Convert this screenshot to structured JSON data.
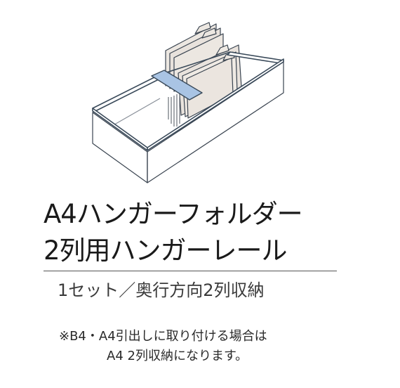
{
  "product": {
    "title_line1": "A4ハンガーフォルダー",
    "title_line2": "2列用ハンガーレール",
    "subtitle": "1セット／奥行方向2列収納"
  },
  "note": {
    "line1": "※B4・A4引出しに取り付ける場合は",
    "line2": "A4 2列収納になります。"
  },
  "colors": {
    "rail_highlight": "#a9c4e4",
    "rail_outline": "#3a4a5a",
    "drawer_fill": "#ffffff",
    "folder_fill": "#ece7e1",
    "text": "#1a1a1a"
  }
}
